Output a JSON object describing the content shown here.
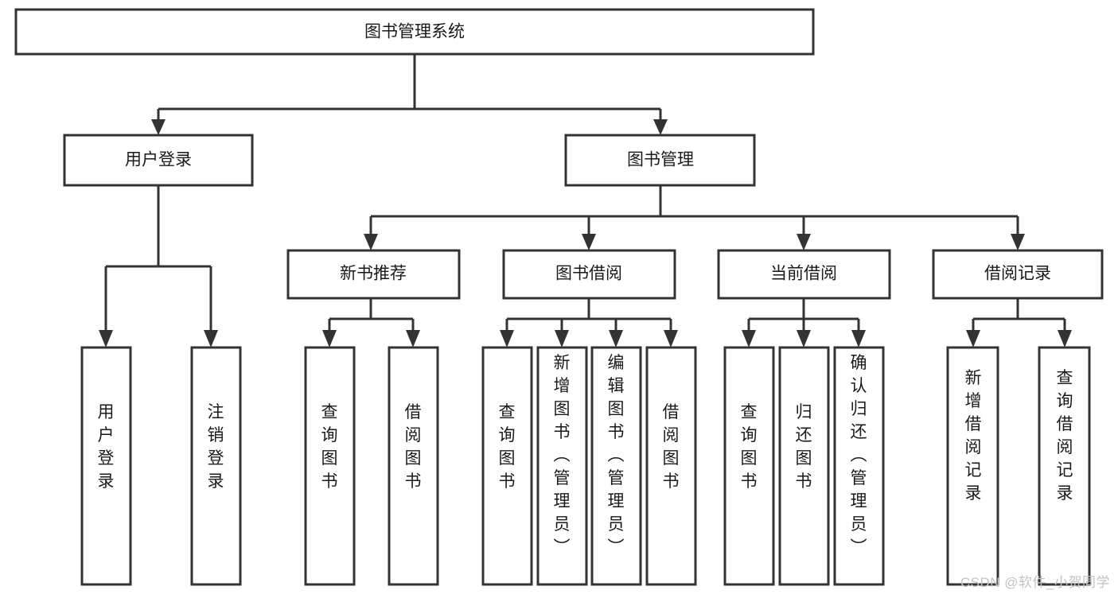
{
  "diagram": {
    "type": "tree-hierarchy-chart",
    "title": "图书管理系统",
    "watermark": "CSDN @软件_小贺同学",
    "colors": {
      "stroke": "#333333",
      "fill": "#ffffff",
      "text": "#1a1a1a",
      "watermark": "#c3c3c3"
    },
    "levels": {
      "root": {
        "label": "图书管理系统"
      },
      "level2": [
        {
          "id": "user-login",
          "label": "用户登录"
        },
        {
          "id": "book-manage",
          "label": "图书管理"
        }
      ],
      "level3": [
        {
          "id": "new-book-recommend",
          "label": "新书推荐"
        },
        {
          "id": "book-borrow",
          "label": "图书借阅"
        },
        {
          "id": "current-borrow",
          "label": "当前借阅"
        },
        {
          "id": "borrow-record",
          "label": "借阅记录"
        }
      ],
      "leaves": [
        {
          "id": "leaf-user-login",
          "label": "用户登录",
          "parent": "user-login"
        },
        {
          "id": "leaf-logout",
          "label": "注销登录",
          "parent": "user-login"
        },
        {
          "id": "leaf-query-book-1",
          "label": "查询图书",
          "parent": "new-book-recommend"
        },
        {
          "id": "leaf-borrow-book-1",
          "label": "借阅图书",
          "parent": "new-book-recommend"
        },
        {
          "id": "leaf-query-book-2",
          "label": "查询图书",
          "parent": "book-borrow"
        },
        {
          "id": "leaf-add-book",
          "label": "新增图书（管理员）",
          "parent": "book-borrow"
        },
        {
          "id": "leaf-edit-book",
          "label": "编辑图书（管理员）",
          "parent": "book-borrow"
        },
        {
          "id": "leaf-borrow-book-2",
          "label": "借阅图书",
          "parent": "book-borrow"
        },
        {
          "id": "leaf-query-book-3",
          "label": "查询图书",
          "parent": "current-borrow"
        },
        {
          "id": "leaf-return-book",
          "label": "归还图书",
          "parent": "current-borrow"
        },
        {
          "id": "leaf-confirm-return",
          "label": "确认归还（管理员）",
          "parent": "current-borrow"
        },
        {
          "id": "leaf-add-record",
          "label": "新增借阅记录",
          "parent": "borrow-record"
        },
        {
          "id": "leaf-query-record",
          "label": "查询借阅记录",
          "parent": "borrow-record"
        }
      ]
    }
  }
}
